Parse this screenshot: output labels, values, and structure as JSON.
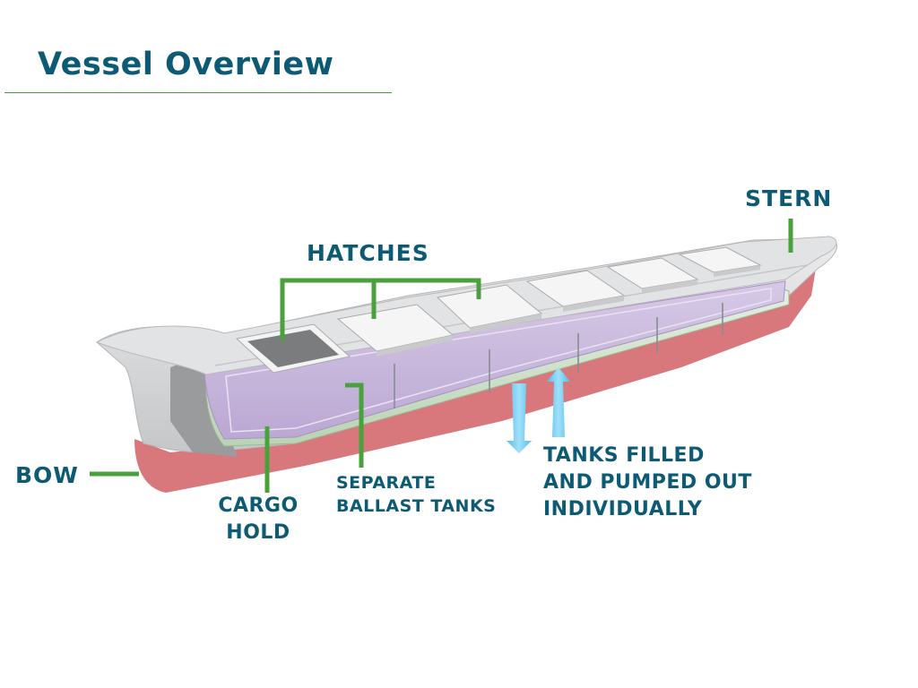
{
  "title": "Vessel Overview",
  "labels": {
    "stern": "STERN",
    "hatches": "HATCHES",
    "bow": "BOW",
    "cargo_hold_line1": "CARGO",
    "cargo_hold_line2": "HOLD",
    "ballast_line1": "SEPARATE",
    "ballast_line2": "BALLAST TANKS",
    "tanks_line1": "TANKS FILLED",
    "tanks_line2": "AND PUMPED OUT",
    "tanks_line3": "INDIVIDUALLY"
  },
  "colors": {
    "title": "#0c5a74",
    "callout_line": "#4aa03c",
    "hull_red": "#d8787c",
    "deck_grey": "#d5d6d7",
    "cargo_purple": "#c9b9dd",
    "ballast_green": "#d7e8d4",
    "arrow_blue": "#7fd0f3"
  }
}
